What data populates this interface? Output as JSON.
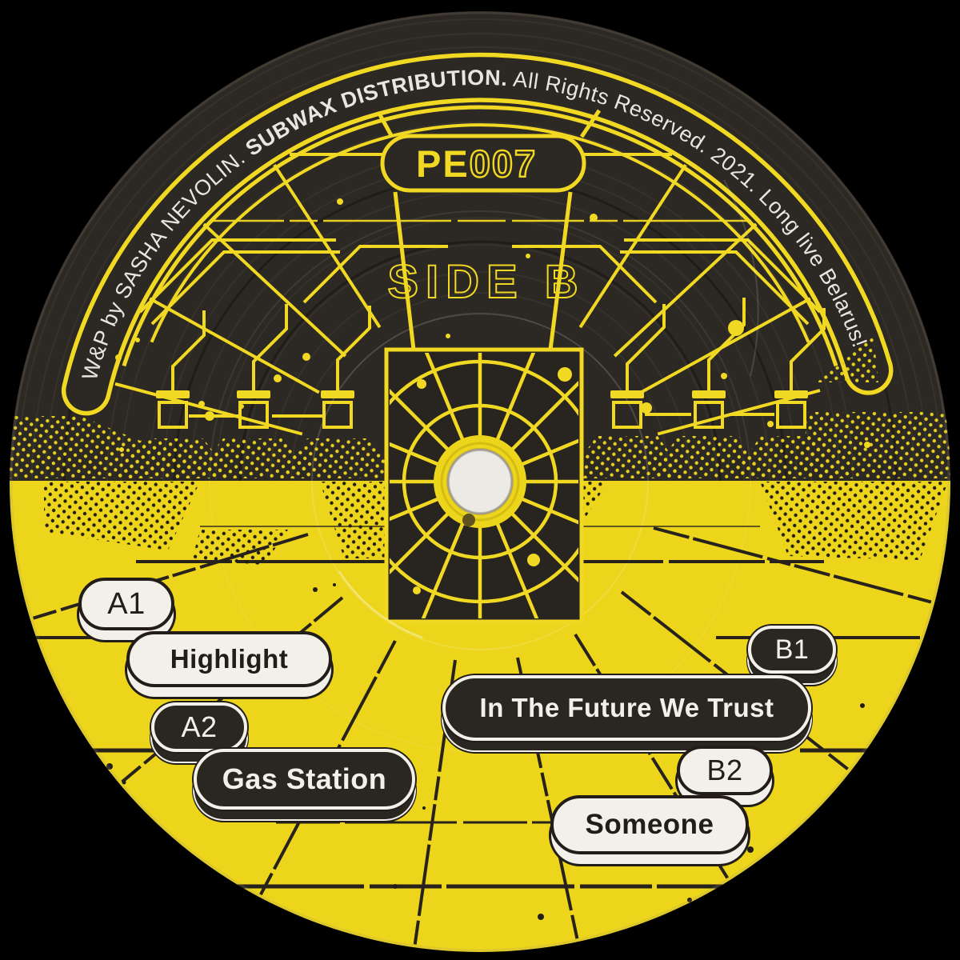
{
  "record_label": {
    "catalog": {
      "prefix": "PE",
      "digits": "007",
      "full": "PE007"
    },
    "side": {
      "title": "SIDE B"
    },
    "rim": {
      "pre": "W&P by SASHA NEVOLIN. ",
      "emphasis": "SUBWAX DISTRIBUTION.",
      "post": " All Rights Reserved. 2021. Long live Belarus!",
      "full": "W&P by SASHA NEVOLIN. SUBWAX DISTRIBUTION. All Rights Reserved. 2021. Long live Belarus!"
    },
    "tracks": [
      {
        "position": "A1",
        "title": "Highlight",
        "style": "light"
      },
      {
        "position": "A2",
        "title": "Gas Station",
        "style": "dark"
      },
      {
        "position": "B1",
        "title": "In The Future We Trust",
        "style": "dark"
      },
      {
        "position": "B2",
        "title": "Someone",
        "style": "light"
      }
    ],
    "colors": {
      "yellow": "#ecd51b",
      "art_yellow": "#f1d822",
      "label_dark": "#2c2823",
      "ink_black": "#221d18",
      "text_white": "#e9e6df",
      "background": "#000000"
    }
  }
}
